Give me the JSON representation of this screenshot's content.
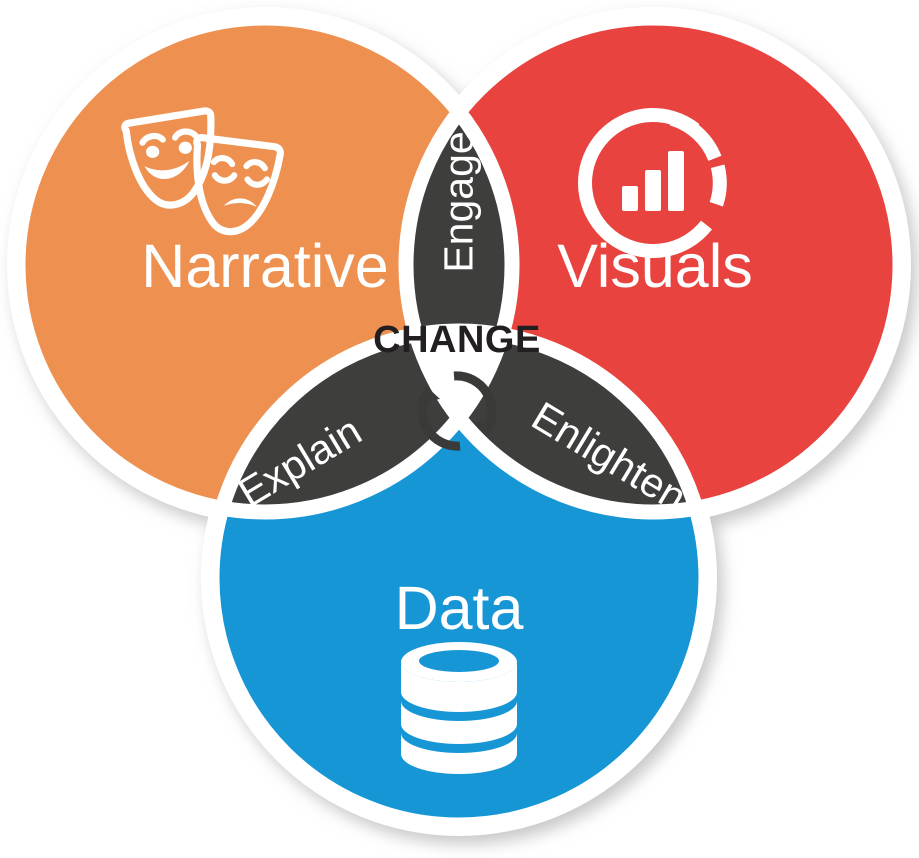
{
  "diagram": {
    "type": "venn-3-circle",
    "title_text": "CHANGE",
    "center": {
      "label": "CHANGE",
      "icon": "refresh-cycle-icon",
      "text_color": "#231f20"
    },
    "circles": [
      {
        "id": "narrative",
        "label": "Narrative",
        "icon": "theater-masks-icon",
        "color": "#ee9150",
        "label_color": "#ffffff"
      },
      {
        "id": "visuals",
        "label": "Visuals",
        "icon": "donut-bar-chart-icon",
        "color": "#e8433f",
        "label_color": "#ffffff"
      },
      {
        "id": "data",
        "label": "Data",
        "icon": "database-cylinder-icon",
        "color": "#1796d6",
        "label_color": "#ffffff"
      }
    ],
    "intersections": [
      {
        "id": "engage",
        "label": "Engage",
        "between": [
          "Narrative",
          "Visuals"
        ],
        "color": "#3e3e3d",
        "label_color": "#ffffff",
        "rotation_deg": -90
      },
      {
        "id": "explain",
        "label": "Explain",
        "between": [
          "Narrative",
          "Data"
        ],
        "color": "#3e3e3d",
        "label_color": "#ffffff",
        "rotation_deg": -31
      },
      {
        "id": "enlighten",
        "label": "Enlighten",
        "between": [
          "Visuals",
          "Data"
        ],
        "color": "#3e3e3d",
        "label_color": "#ffffff",
        "rotation_deg": 31
      }
    ],
    "colors": {
      "orange": "#ee9150",
      "red": "#e8433f",
      "blue": "#1796d6",
      "dark_gray": "#3e3e3d",
      "white": "#ffffff",
      "center_text": "#231f20"
    }
  }
}
